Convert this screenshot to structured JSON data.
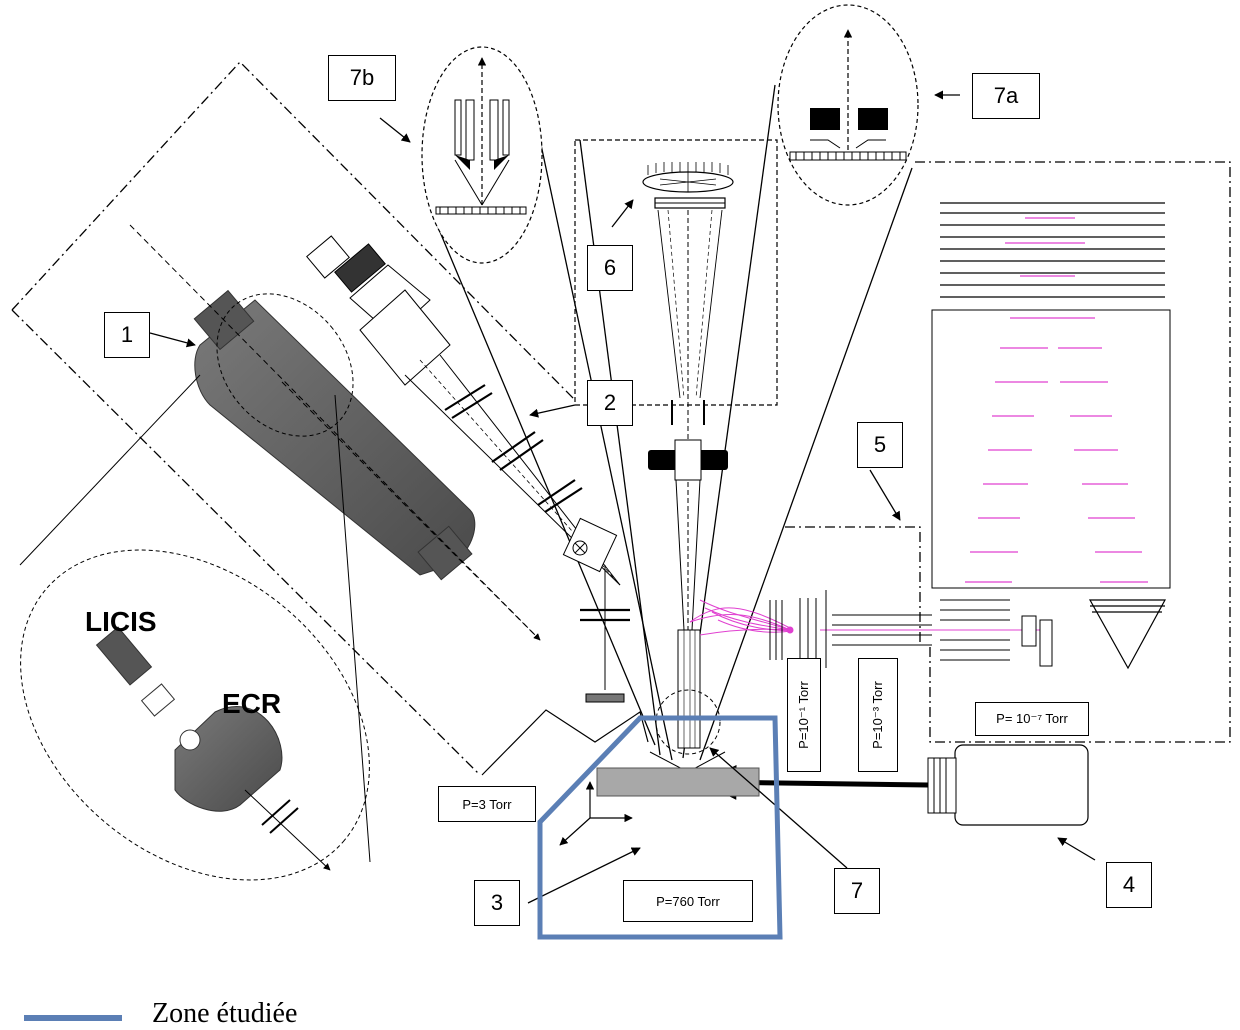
{
  "labels": {
    "n1": "1",
    "n2": "2",
    "n3": "3",
    "n4": "4",
    "n5": "5",
    "n6": "6",
    "n7": "7",
    "n7a": "7a",
    "n7b": "7b"
  },
  "pressures": {
    "p760": "P=760 Torr",
    "p3": "P=3 Torr",
    "p1e1": "P=10⁻¹ Torr",
    "p1e3": "P=10⁻³ Torr",
    "p1e7": "P= 10⁻⁷ Torr"
  },
  "sources": {
    "licis": "LICIS",
    "ecr": "ECR"
  },
  "legend": {
    "text": "Zone étudiée",
    "color": "#5b7fb5"
  },
  "colors": {
    "line": "#000000",
    "body_fill": "#5a5a5a",
    "trajectory": "#e040d0",
    "study_zone": "#5b7fb5"
  }
}
